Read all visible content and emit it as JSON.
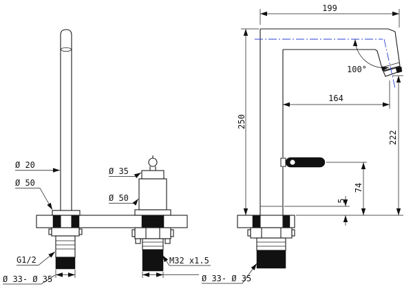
{
  "drawing": {
    "labels": {
      "dim_199": "199",
      "dim_250": "250",
      "dim_164": "164",
      "dim_222": "222",
      "angle_100": "100°",
      "dim_74": "74",
      "dim_5": "5",
      "dia_spout": "Ø 20",
      "dia_spout_base": "Ø 50",
      "dia_cartridge": "Ø 35",
      "dia_cartridge_base": "Ø 50",
      "thread_spout": "G1/2",
      "thread_cartridge": "M32 x1.5",
      "hole_left": "Ø 33- Ø 35",
      "hole_right": "Ø 33- Ø 35"
    },
    "colors": {
      "line": "#1a1a1a",
      "centerline": "#2a3fd4",
      "fill": "#111111",
      "background": "#ffffff"
    }
  }
}
